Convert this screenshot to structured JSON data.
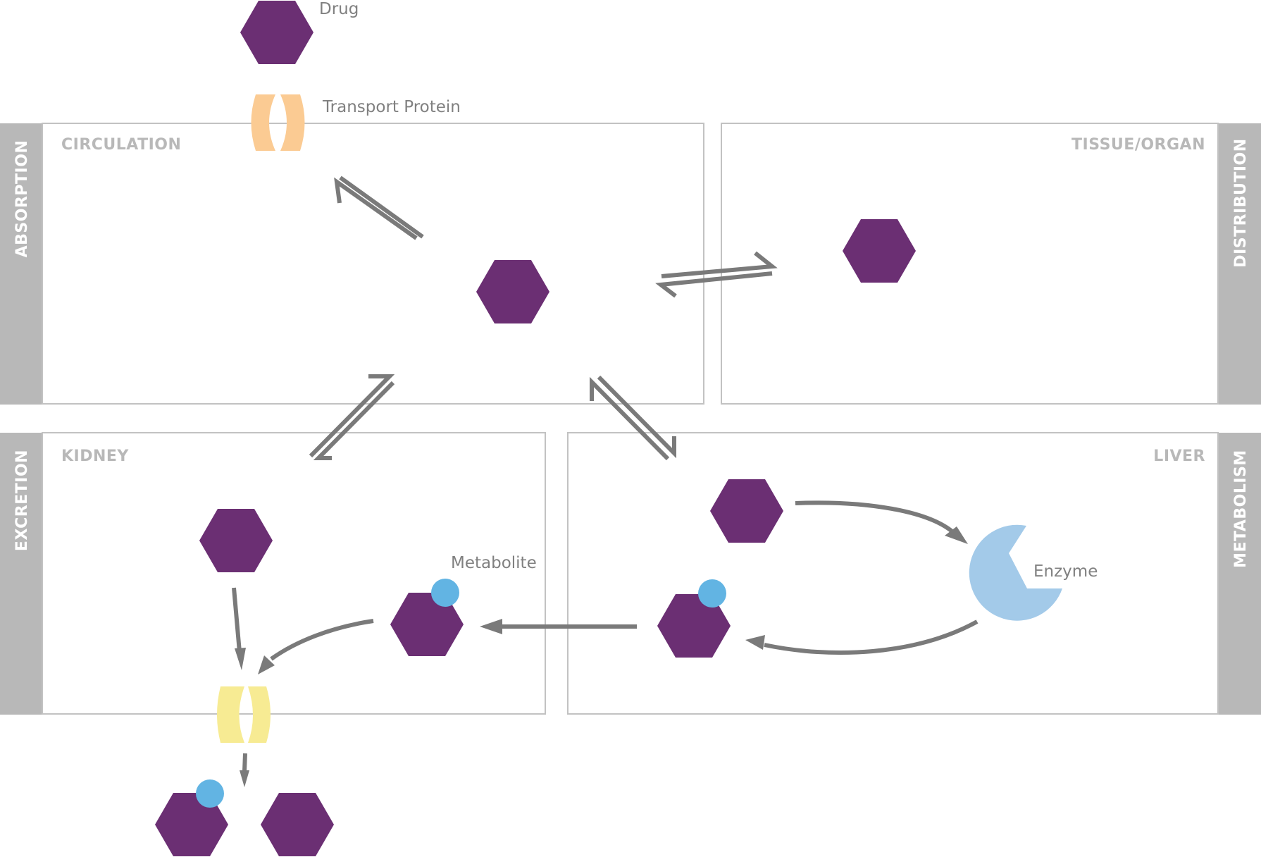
{
  "diagram": {
    "title": "Drug pharmacokinetics (ADME)",
    "colors": {
      "drug": "#6b2f73",
      "metabolite_group": "#62b4e3",
      "enzyme": "#a3cae9",
      "transport_protein_absorption": "#fbcb93",
      "transport_protein_excretion": "#f7eb93",
      "side_bar": "#b8b8b8",
      "box_title": "#b8b8b8",
      "arrow": "#7a7a7a",
      "label": "#808080"
    },
    "legend_labels": {
      "drug": "Drug",
      "transport_protein": "Transport Protein",
      "metabolite": "Metabolite",
      "enzyme": "Enzyme"
    },
    "compartments": {
      "circulation": "CIRCULATION",
      "tissue": "TISSUE/ORGAN",
      "kidney": "KIDNEY",
      "liver": "LIVER"
    },
    "phases": {
      "absorption": "ABSORPTION",
      "distribution": "DISTRIBUTION",
      "excretion": "EXCRETION",
      "metabolism": "METABOLISM"
    },
    "relations": [
      {
        "from": "drug (outside)",
        "to": "circulation",
        "type": "equilibrium",
        "via": "transport protein"
      },
      {
        "from": "circulation",
        "to": "tissue/organ",
        "type": "equilibrium"
      },
      {
        "from": "circulation",
        "to": "kidney",
        "type": "equilibrium"
      },
      {
        "from": "circulation",
        "to": "liver",
        "type": "equilibrium"
      },
      {
        "from": "liver drug",
        "to": "enzyme",
        "type": "arrow"
      },
      {
        "from": "enzyme",
        "to": "liver metabolite",
        "type": "arrow"
      },
      {
        "from": "liver metabolite",
        "to": "kidney metabolite",
        "type": "arrow"
      },
      {
        "from": "kidney drug",
        "to": "excretion transporter",
        "type": "arrow"
      },
      {
        "from": "kidney metabolite",
        "to": "excretion transporter",
        "type": "arrow"
      },
      {
        "from": "excretion transporter",
        "to": "excreted drug + metabolite",
        "type": "arrow"
      }
    ]
  }
}
